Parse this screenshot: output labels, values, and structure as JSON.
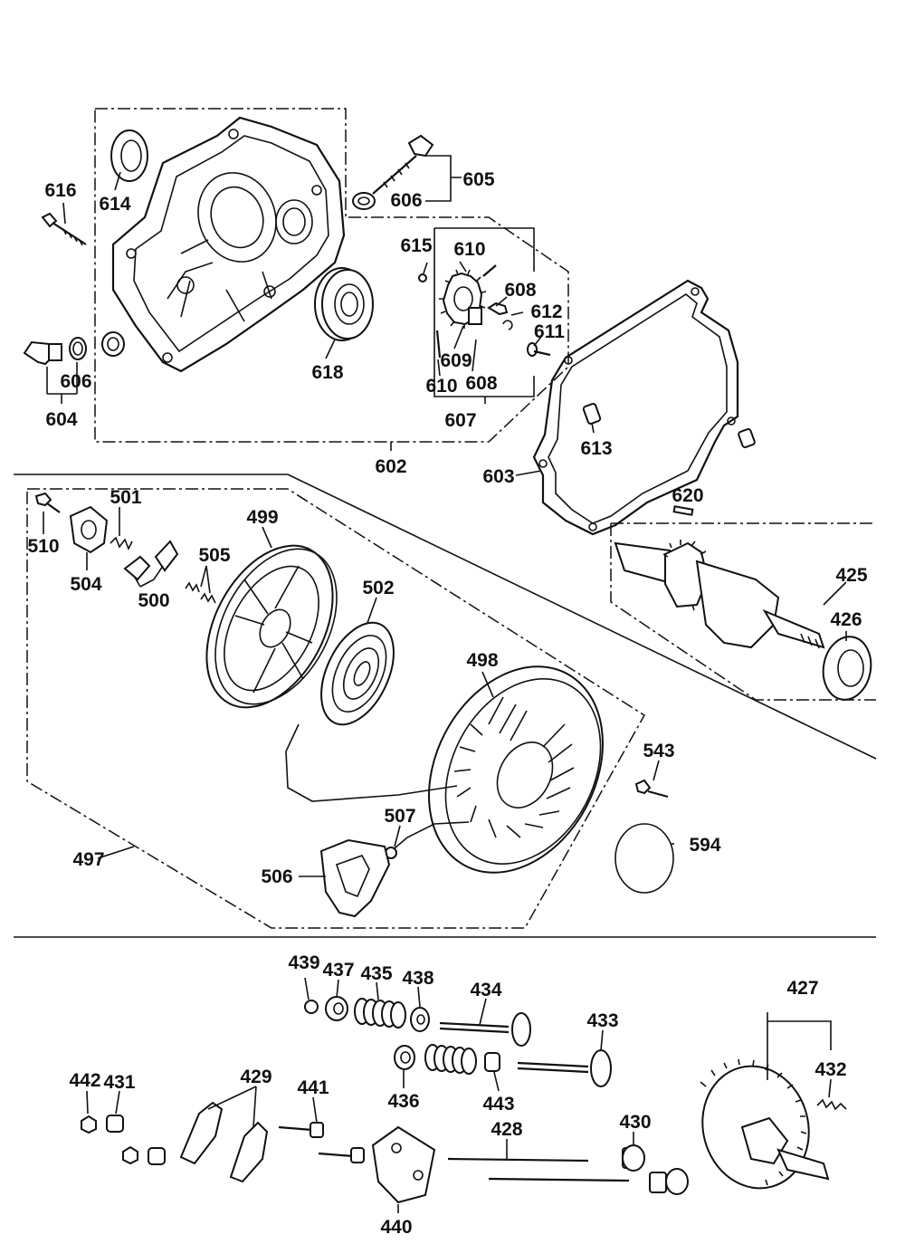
{
  "labels": {
    "l616": "616",
    "l614": "614",
    "l604": "604",
    "l606a": "606",
    "l618": "618",
    "l602": "602",
    "l605": "605",
    "l606b": "606",
    "l615": "615",
    "l610a": "610",
    "l608a": "608",
    "l612": "612",
    "l611": "611",
    "l609": "609",
    "l608b": "608",
    "l610b": "610",
    "l607": "607",
    "l613": "613",
    "l603": "603",
    "l620": "620",
    "l425": "425",
    "l426": "426",
    "l510": "510",
    "l501": "501",
    "l504": "504",
    "l500": "500",
    "l505": "505",
    "l499": "499",
    "l502": "502",
    "l498": "498",
    "l543": "543",
    "l594": "594",
    "l497": "497",
    "l506": "506",
    "l507": "507",
    "l439": "439",
    "l437": "437",
    "l435": "435",
    "l438": "438",
    "l434": "434",
    "l433": "433",
    "l427": "427",
    "l432": "432",
    "l436": "436",
    "l443": "443",
    "l442": "442",
    "l431": "431",
    "l429": "429",
    "l441": "441",
    "l428": "428",
    "l430": "430",
    "l440": "440"
  }
}
